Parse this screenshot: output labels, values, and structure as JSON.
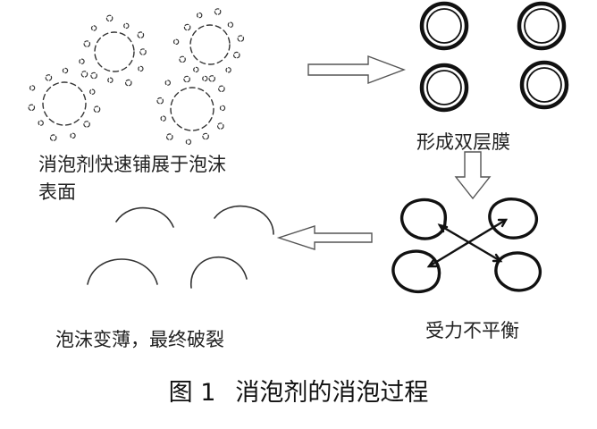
{
  "labels": {
    "spread_line1": "消泡剂快速铺展于泡沫",
    "spread_line2": "表面",
    "bilayer": "形成双层膜",
    "unbalanced": "受力不平衡",
    "thinning": "泡沫变薄，最终破裂"
  },
  "caption": {
    "number": "图 1",
    "title": "消泡剂的消泡过程"
  },
  "colors": {
    "ink": "#222222",
    "caption": "#111111",
    "arrow_stroke": "#555555",
    "background": "#ffffff"
  }
}
